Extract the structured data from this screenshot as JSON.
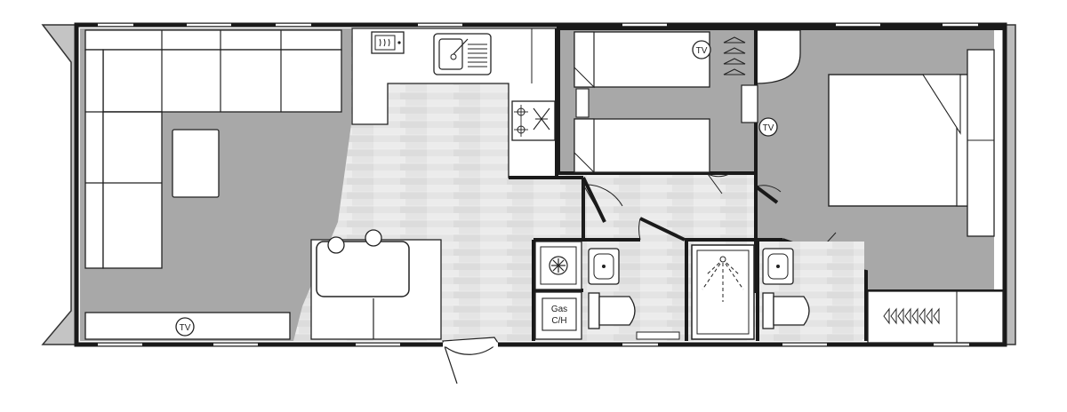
{
  "labels": {
    "tv_lounge": "TV",
    "tv_bedroom_twin": "TV",
    "tv_bedroom_main": "TV",
    "gas_line1": "Gas",
    "gas_line2": "C/H"
  },
  "icons": {
    "freezer": "snowflake-icon",
    "heater": "radiator-icon",
    "hob": "hob-icon",
    "sink": "sink-icon",
    "shower": "shower-icon",
    "hangers": "clothes-hanger-icon",
    "radiator": "radiator-icon"
  },
  "colors": {
    "wall": "#1a1a1a",
    "carpet": "#a8a8a8",
    "floorboard": "#e6e6e6",
    "bay": "#c9c9c9",
    "furniture": "#ffffff"
  }
}
